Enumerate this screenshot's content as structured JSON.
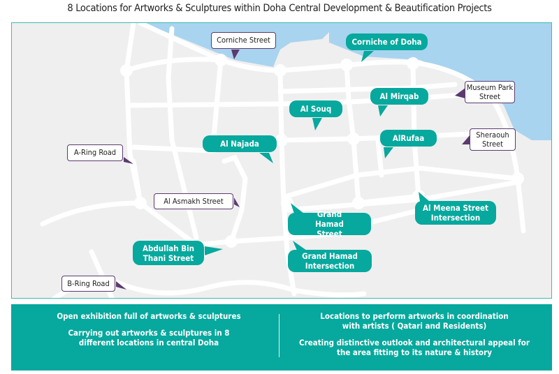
{
  "title": "8 Locations for Artworks & Sculptures within Doha Central Development & Beautification Projects",
  "street_labels": [
    "Corniche Street",
    "Museum Park Street",
    "Sheraouh Street",
    "A-Ring Road",
    "Al Asmakh Street",
    "B-Ring Road"
  ],
  "locations": [
    "Corniche of Doha",
    "Al Mirqab",
    "Al Souq",
    "Al Najada",
    "AlRufaa",
    "Grand Hamad Street",
    "Al Meena Street Intersection",
    "Abdullah Bin Thani Street",
    "Grand Hamad Intersection"
  ],
  "footer": {
    "left": [
      "Open exhibition full of artworks & sculptures",
      "Carrying out artworks & sculptures in 8 different locations in central Doha"
    ],
    "right": [
      "Locations to perform artworks in coordination with artists ( Qatari and Residents)",
      "Creating distinctive outlook and architectural appeal for the area fitting to its nature & history"
    ]
  },
  "colors": {
    "teal": "#07a89d",
    "water": "#a9d4ef",
    "purple": "#5b3a6e",
    "land": "#efefef"
  }
}
